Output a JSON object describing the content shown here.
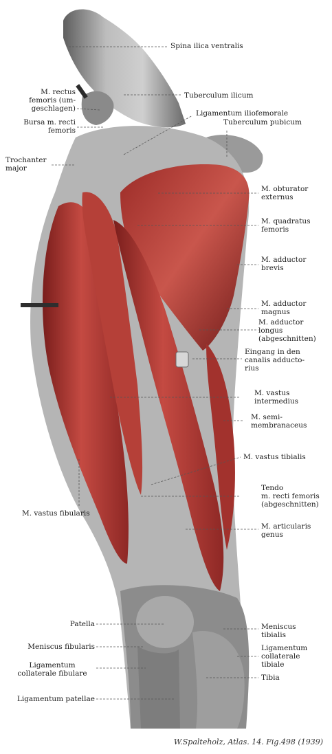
{
  "colors": {
    "muscle": "#b83a35",
    "muscle_dark": "#7a1e1c",
    "tissue": "#b9b9b9",
    "tissue_dark": "#6e6e6e",
    "tissue_light": "#e6e6e6",
    "leader": "#555555"
  },
  "labels": {
    "spina": "Spina ilica ventralis",
    "tuberculum_ilicum": "Tuberculum ilicum",
    "rectus_femoris": "M. rectus\nfemoris (um-\ngeschlagen)",
    "bursa": "Bursa m. recti\nfemoris",
    "lig_iliofemorale": "Ligamentum iliofemorale",
    "tuberculum_pubicum": "Tuberculum pubicum",
    "trochanter": "Trochanter\nmajor",
    "obturator": "M. obturator\nexternus",
    "quadratus": "M. quadratus\nfemoris",
    "adductor_brevis": "M. adductor\nbrevis",
    "adductor_magnus": "M. adductor\nmagnus",
    "adductor_longus": "M. adductor\nlongus\n(abgeschnitten)",
    "eingang": "Eingang in den\ncanalis adducto-\nrius",
    "vastus_intermedius": "M. vastus\nintermedius",
    "semimembranaceus": "M. semi-\nmembranaceus",
    "vastus_tibialis": "M. vastus tibialis",
    "tendo": "Tendo\nm. recti femoris\n(abgeschnitten)",
    "articularis": "M. articularis\ngenus",
    "vastus_fibularis": "M. vastus fibularis",
    "patella": "Patella",
    "meniscus_tibialis": "Meniscus\ntibialis",
    "meniscus_fibularis": "Meniscus fibularis",
    "lig_coll_tibiale": "Ligamentum\ncollaterale\ntibiale",
    "lig_coll_fibulare": "Ligamentum\ncollaterale fibulare",
    "tibia": "Tibia",
    "lig_patellae": "Ligamentum patellae"
  },
  "caption": "W.Spalteholz, Atlas. 14. Fig.498 (1939)"
}
